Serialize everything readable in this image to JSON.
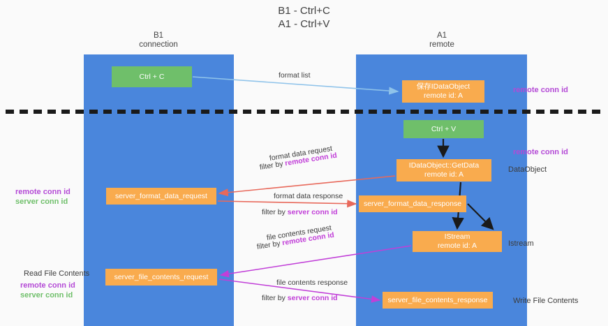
{
  "title": {
    "line1": "B1 - Ctrl+C",
    "line2": "A1 - Ctrl+V"
  },
  "columns": {
    "left": {
      "name": "B1",
      "role": "connection"
    },
    "right": {
      "name": "A1",
      "role": "remote"
    }
  },
  "boxes": {
    "ctrl_c": {
      "label": "Ctrl + C",
      "color": "#6fbf6a"
    },
    "idataobject": {
      "line1": "保存IDataObject",
      "line2": "remote id: A",
      "color": "#f9ab4e"
    },
    "ctrl_v": {
      "label": "Ctrl + V",
      "color": "#6fbf6a"
    },
    "getdata": {
      "line1": "IDataObject::GetData",
      "line2": "remote id: A",
      "color": "#f9ab4e"
    },
    "server_format_data_request": {
      "label": "server_format_data_request",
      "color": "#f9ab4e"
    },
    "server_format_data_response": {
      "label": "server_format_data_response",
      "color": "#f9ab4e"
    },
    "istream": {
      "line1": "IStream",
      "line2": "remote id: A",
      "color": "#f9ab4e"
    },
    "server_file_contents_request": {
      "label": "server_file_contents_request",
      "color": "#f9ab4e"
    },
    "server_file_contents_response": {
      "label": "server_file_contents_response",
      "color": "#f9ab4e"
    }
  },
  "arrow_labels": {
    "format_list": "format list",
    "format_data_request": "format data request",
    "format_data_request_filter_prefix": "filter by ",
    "format_data_request_filter_key": "remote conn id",
    "format_data_response": "format data response",
    "format_data_response_filter_prefix": "filter by ",
    "format_data_response_filter_key": "server conn id",
    "file_contents_request": "file contents request",
    "file_contents_request_filter_prefix": "filter by ",
    "file_contents_request_filter_key": "remote conn id",
    "file_contents_response": "file contents response",
    "file_contents_response_filter_prefix": "filter by ",
    "file_contents_response_filter_key": "server conn id"
  },
  "side_labels": {
    "remote_conn_id_top": "remote conn id",
    "remote_conn_id_mid": "remote conn id",
    "dataobject": "DataObject",
    "istream": "Istream",
    "write_file_contents": "Write File Contents",
    "read_file_contents": "Read File Contents",
    "left_remote_conn_id_1": "remote conn id",
    "left_server_conn_id_1": "server conn id",
    "left_remote_conn_id_2": "remote conn id",
    "left_server_conn_id_2": "server conn id"
  },
  "colors": {
    "lane": "#4a86dc",
    "green_box": "#6fbf6a",
    "orange_box": "#f9ab4e",
    "purple_text": "#b44ad6",
    "green_text": "#6fbf6a",
    "arrow_light_blue": "#8fc3ea",
    "arrow_red": "#e8695b",
    "arrow_magenta": "#c13fd8",
    "arrow_black": "#1a1a1a",
    "divider": "#1a1a1a",
    "background": "#fafafa"
  }
}
